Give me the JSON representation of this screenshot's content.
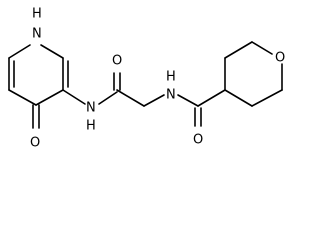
{
  "molecule": {
    "atoms": {
      "pyridinone_nh": "H\nN",
      "pyridinone_o": "O",
      "amide1_nh": "N\nH",
      "amide1_o": "O",
      "amide2_nh": "N\nH",
      "amide2_o": "O",
      "oxane_o": "O"
    }
  }
}
